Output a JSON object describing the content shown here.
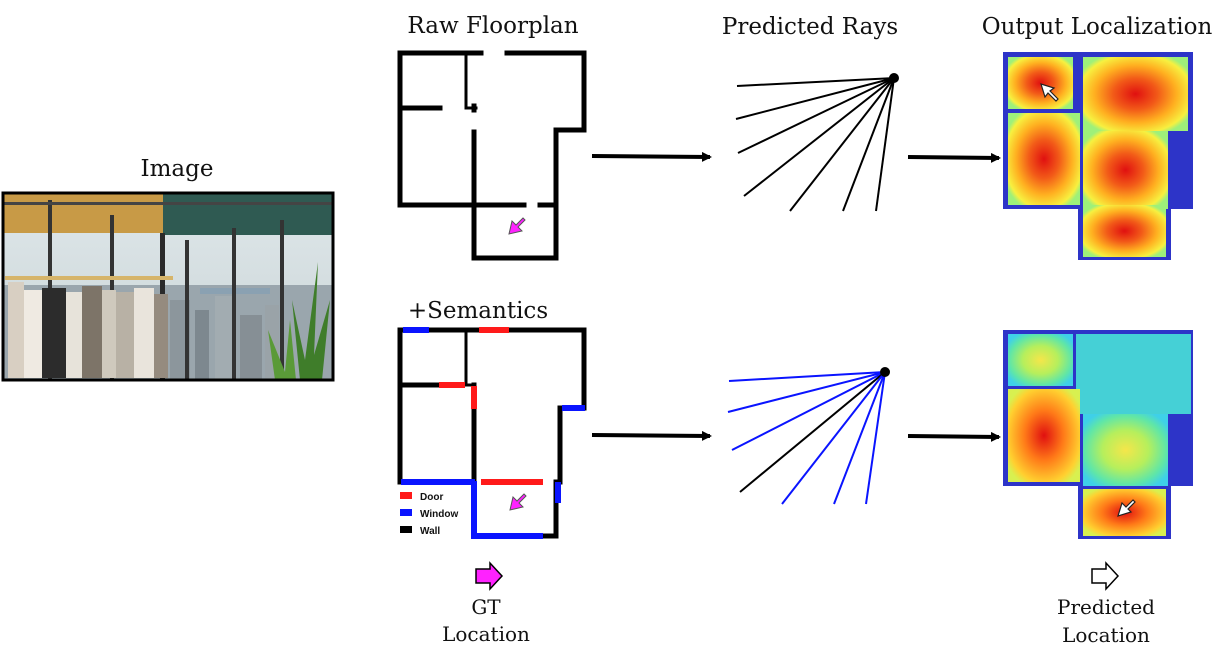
{
  "titles": {
    "image": "Image",
    "raw_floorplan": "Raw Floorplan",
    "semantics": "+Semantics",
    "predicted_rays": "Predicted Rays",
    "output_localization": "Output Localization"
  },
  "legend": {
    "door": "Door",
    "window": "Window",
    "wall": "Wall"
  },
  "bottom_labels": {
    "gt_line1": "GT",
    "gt_line2": "Location",
    "pred_line1": "Predicted",
    "pred_line2": "Location"
  },
  "colors": {
    "door": "#ff1a1a",
    "window": "#0a14ff",
    "wall": "#000000",
    "gt_arrow": "#ff22ff",
    "ray_semantic": "#0a14ff",
    "ray_raw": "#000000",
    "heat_frame": "#2d34c8"
  },
  "icons": {
    "gt_marker": "magenta-arrow-icon",
    "pred_marker": "white-arrow-icon"
  }
}
